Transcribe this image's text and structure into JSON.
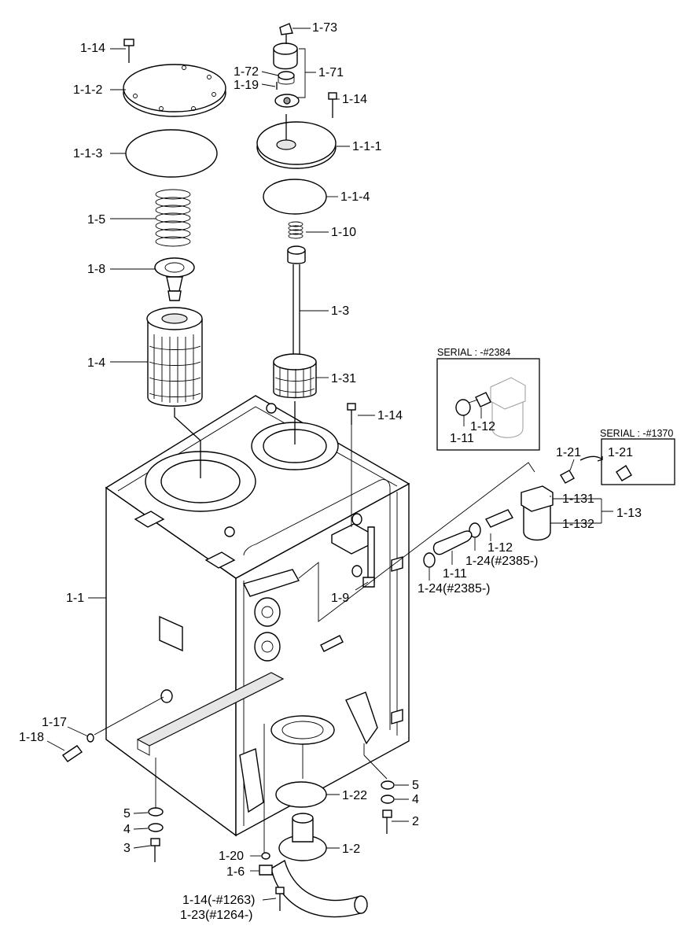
{
  "boxes": {
    "serial_a": {
      "title": "SERIAL : -#2384",
      "labels": {
        "a": "1-11",
        "b": "1-12"
      }
    },
    "serial_b": {
      "title": "SERIAL : -#1370",
      "labels": {
        "a": "1-21"
      }
    }
  },
  "callouts": {
    "c1_73": "1-73",
    "c1_72": "1-72",
    "c1_71": "1-71",
    "c1_19": "1-19",
    "c1_14_tl": "1-14",
    "c1_1_2": "1-1-2",
    "c1_14_tr": "1-14",
    "c1_1_1": "1-1-1",
    "c1_1_3": "1-1-3",
    "c1_1_4": "1-1-4",
    "c1_5": "1-5",
    "c1_10": "1-10",
    "c1_8": "1-8",
    "c1_3": "1-3",
    "c1_4": "1-4",
    "c1_31": "1-31",
    "c1_14_mid": "1-14",
    "c1_21": "1-21",
    "c1_131": "1-131",
    "c1_13": "1-13",
    "c1_132": "1-132",
    "c1_12": "1-12",
    "c1_24_a": "1-24(#2385-)",
    "c1_11": "1-11",
    "c1_24_b": "1-24(#2385-)",
    "c1_9": "1-9",
    "c1_1": "1-1",
    "c1_17": "1-17",
    "c1_18": "1-18",
    "c5_l": "5",
    "c4_l": "4",
    "c3": "3",
    "c5_r": "5",
    "c4_r": "4",
    "c2": "2",
    "c1_22": "1-22",
    "c1_2": "1-2",
    "c1_20": "1-20",
    "c1_6": "1-6",
    "c1_14_bottom": "1-14(-#1263)",
    "c1_23": "1-23(#1264-)"
  }
}
